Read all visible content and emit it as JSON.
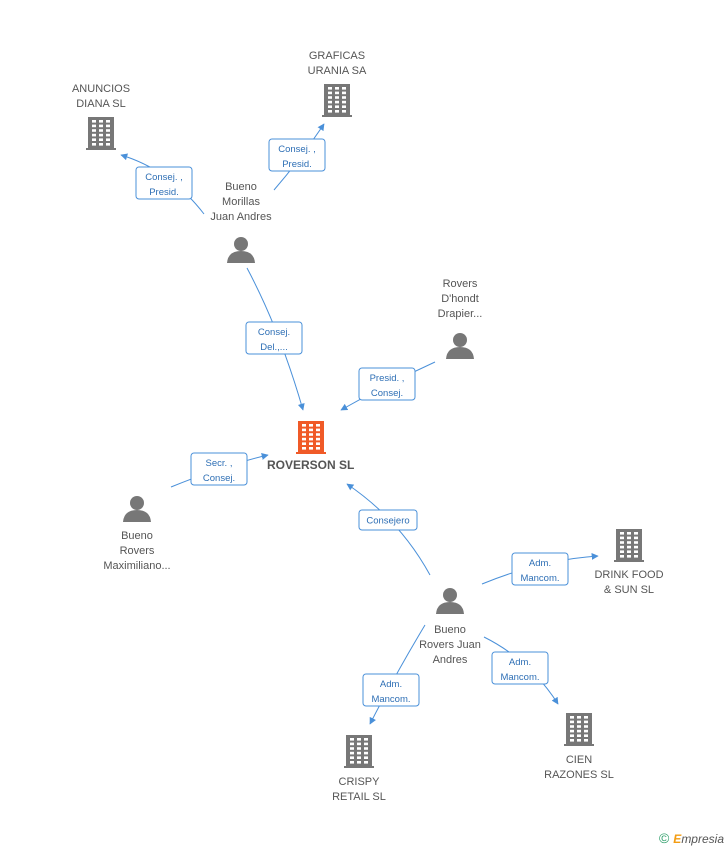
{
  "colors": {
    "edge": "#4a90d9",
    "node": "#777777",
    "center": "#f05a28",
    "rel_text": "#2e6fb5"
  },
  "center": {
    "name": "ROVERSON SL",
    "icon": "building-icon"
  },
  "companies": [
    {
      "id": "anuncios",
      "lines": [
        "ANUNCIOS",
        "DIANA SL"
      ]
    },
    {
      "id": "graficas",
      "lines": [
        "GRAFICAS",
        "URANIA SA"
      ]
    },
    {
      "id": "drink",
      "lines": [
        "DRINK FOOD",
        "& SUN SL"
      ]
    },
    {
      "id": "cien",
      "lines": [
        "CIEN",
        "RAZONES SL"
      ]
    },
    {
      "id": "crispy",
      "lines": [
        "CRISPY",
        "RETAIL  SL"
      ]
    }
  ],
  "people": [
    {
      "id": "morillas",
      "lines": [
        "Bueno",
        "Morillas",
        "Juan Andres"
      ]
    },
    {
      "id": "dhondt",
      "lines": [
        "Rovers",
        "D'hondt",
        "Drapier..."
      ]
    },
    {
      "id": "maximiliano",
      "lines": [
        "Bueno",
        "Rovers",
        "Maximiliano..."
      ]
    },
    {
      "id": "juanandres",
      "lines": [
        "Bueno",
        "Rovers Juan",
        "Andres"
      ]
    }
  ],
  "relations": [
    {
      "id": "morillas-anuncios",
      "lines": [
        "Consej. ,",
        "Presid."
      ]
    },
    {
      "id": "morillas-graficas",
      "lines": [
        "Consej. ,",
        "Presid."
      ]
    },
    {
      "id": "morillas-center",
      "lines": [
        "Consej.",
        "Del.,..."
      ]
    },
    {
      "id": "dhondt-center",
      "lines": [
        "Presid. ,",
        "Consej."
      ]
    },
    {
      "id": "maximiliano-center",
      "lines": [
        "Secr. ,",
        "Consej."
      ]
    },
    {
      "id": "juanandres-center",
      "lines": [
        "Consejero"
      ]
    },
    {
      "id": "juanandres-drink",
      "lines": [
        "Adm.",
        "Mancom."
      ]
    },
    {
      "id": "juanandres-cien",
      "lines": [
        "Adm.",
        "Mancom."
      ]
    },
    {
      "id": "juanandres-crispy",
      "lines": [
        "Adm.",
        "Mancom."
      ]
    }
  ],
  "footer": {
    "copyright": "©",
    "brand_initial": "E",
    "brand_rest": "mpresia"
  }
}
